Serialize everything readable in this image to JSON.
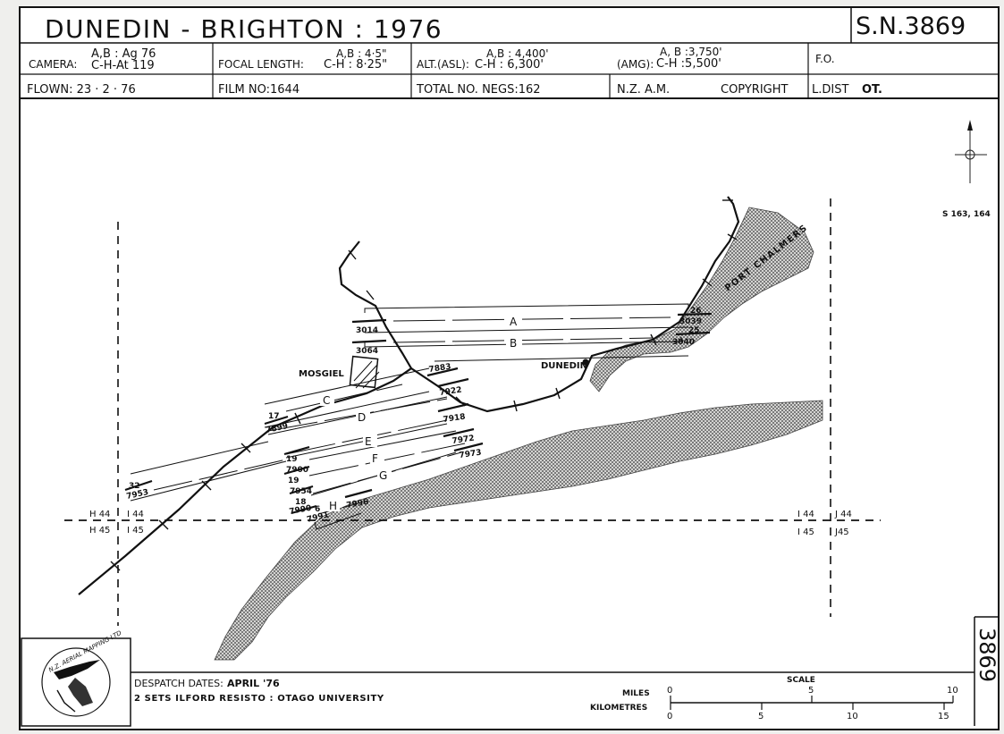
{
  "header": {
    "title": "DUNEDIN - BRIGHTON : 1976",
    "sheet_number": "S.N.3869",
    "camera_label": "CAMERA:",
    "camera_ab": "A,B : Ag 76",
    "camera_ch": "C-H-At 119",
    "focal_label": "FOCAL LENGTH:",
    "focal_ab": "A,B : 4·5\"",
    "focal_ch": "C-H : 8·25\"",
    "alt_label": "ALT.(ASL):",
    "alt_ab": "A,B : 4,400'",
    "alt_ch": "C-H : 6,300'",
    "amg_label": "(AMG):",
    "amg_ab": "A, B :3,750'",
    "amg_ch": "C-H :5,500'",
    "fo": "F.O.",
    "flown": "FLOWN: 23 · 2 · 76",
    "film": "FILM NO:1644",
    "negs": "TOTAL NO. NEGS:162",
    "org": "N.Z. A.M.",
    "copyright": "COPYRIGHT",
    "ldist_label": "L.DIST",
    "ldist_value": "OT."
  },
  "map": {
    "ref_side": "S 163, 164",
    "places": {
      "mosgiel": "MOSGIEL",
      "dunedin": "DUNEDIN",
      "port_chalmers": "PORT CHALMERS"
    },
    "runs": {
      "A": "A",
      "B": "B",
      "C": "C",
      "D": "D",
      "E": "E",
      "F": "F",
      "G": "G",
      "H": "H"
    },
    "frames": {
      "f3014": "3014",
      "f3064": "3064",
      "f26": "26",
      "f3039": "3039",
      "f25": "25",
      "f3040": "3040",
      "f7883": "7883",
      "f7922": "7922",
      "f17": "17",
      "f7899": "7899",
      "f7918": "7918",
      "f7972": "7972",
      "f7973": "7973",
      "f32": "32",
      "f7953": "7953",
      "f19a": "19",
      "f7900": "7900",
      "f19b": "19",
      "f7954": "7954",
      "f18": "18",
      "f7990": "7990",
      "f6": "6",
      "f7991": "7991",
      "f7996": "7996"
    },
    "grid": {
      "h44": "H 44",
      "i44_left": "I 44",
      "h45": "H 45",
      "i45_left": "I 45",
      "i44_right": "I 44",
      "j44": "J 44",
      "i45_right": "I 45",
      "j45": "J45"
    }
  },
  "footer": {
    "logo_text": "N.Z. AERIAL MAPPING LTD",
    "despatch_label": "DESPATCH DATES:",
    "despatch_value": "APRIL '76",
    "sets": "2 SETS ILFORD RESISTO : OTAGO UNIVERSITY",
    "scale_title": "SCALE",
    "miles_label": "MILES",
    "km_label": "KILOMETRES",
    "miles_ticks": [
      "0",
      "5",
      "10"
    ],
    "km_ticks": [
      "0",
      "5",
      "10",
      "15"
    ],
    "sheet_tab": "3869"
  },
  "colors": {
    "ink": "#111111",
    "paper": "#ffffff",
    "background": "#efefed",
    "coast_fill": "#b5b5b5"
  }
}
